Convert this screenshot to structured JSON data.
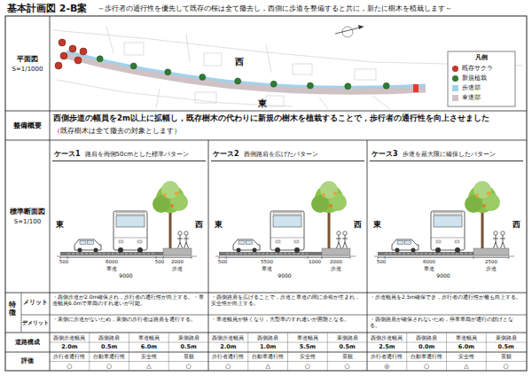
{
  "diagram": {
    "title": "基本計画図 2-B案",
    "nodes": [
      {
        "text": [
          "ケース1",
          "路肩を両側50cmとした標準パターン"
        ]
      },
      {
        "text": [
          "ケース2",
          "西側路肩を広げたパターン"
        ]
      },
      {
        "text": [
          "ケース3",
          "歩道を最大限に確保したパターン"
        ]
      }
    ],
    "labels": [
      "～歩行者の通行性を優先して既存の桜は全て撤去し，西側に歩道を整備すると共に，新たに樹木を植栽します～",
      "平面図",
      "S=1/1000",
      "整備概要",
      "標準断面図",
      "S=1/100",
      "特徴",
      "メリット",
      "デメリット",
      "道路構成",
      "評価",
      "西",
      "東",
      "西側歩道の幅員を2m以上に拡幅し，既存樹木の代わりに新規の樹木を植栽することで，歩行者の通行性を向上させました",
      "（既存樹木は全て撤去の対象とします）",
      "東",
      "西",
      "500",
      "6000",
      "500",
      "2000",
      "車道",
      "歩道",
      "9000",
      "東",
      "西",
      "500",
      "5500",
      "1000",
      "2000",
      "車道",
      "歩道",
      "9000",
      "東",
      "西",
      "500",
      "6000",
      "2500",
      "車道",
      "歩道",
      "9000",
      "・西側歩道が2.0m確保され，歩行者の通行性が向上する。・車道幅員6.0mで車両のすれ違いが可能。",
      "・東側に歩道がないため，東側の歩行者は路肩を通行する。",
      "・西側路肩を広げることで，歩道と車道の間に余裕が生まれ，安全性が向上する。",
      "・車道幅員が狭くなり，大型車のすれ違いが困難となる。",
      "・歩道幅員を2.5m確保でき，歩行者の通行性が最も向上する。",
      "・西側路肩が確保されないため，停車車両が通行の妨げとなる。",
      "西側歩道幅員",
      "2.0m",
      "西側路肩",
      "0.5m",
      "車道幅員",
      "6.0m",
      "東側路肩",
      "0.5m",
      "西側歩道幅員",
      "2.0m",
      "西側路肩",
      "1.0m",
      "車道幅員",
      "5.5m",
      "東側路肩",
      "0.5m",
      "西側歩道幅員",
      "2.5m",
      "西側路肩",
      "0.0m",
      "車道幅員",
      "6.0m",
      "東側路肩",
      "0.5m",
      "歩行者通行性",
      "○",
      "自動車通行性",
      "○",
      "安全性",
      "△",
      "景観",
      "○",
      "歩行者通行性",
      "○",
      "自動車通行性",
      "△",
      "安全性",
      "○",
      "景観",
      "○",
      "歩行者通行性",
      "◎",
      "自動車通行性",
      "○",
      "安全性",
      "△",
      "景観",
      "○",
      "凡例"
    ],
    "legend": [
      {
        "text": "既存サクラ",
        "color": "#c0392b"
      },
      {
        "text": "新規植栽",
        "color": "#2e7d32"
      },
      {
        "text": "歩道部",
        "color": "#9fd3ee"
      },
      {
        "text": "車道部",
        "color": "#cfc2c5"
      }
    ]
  }
}
